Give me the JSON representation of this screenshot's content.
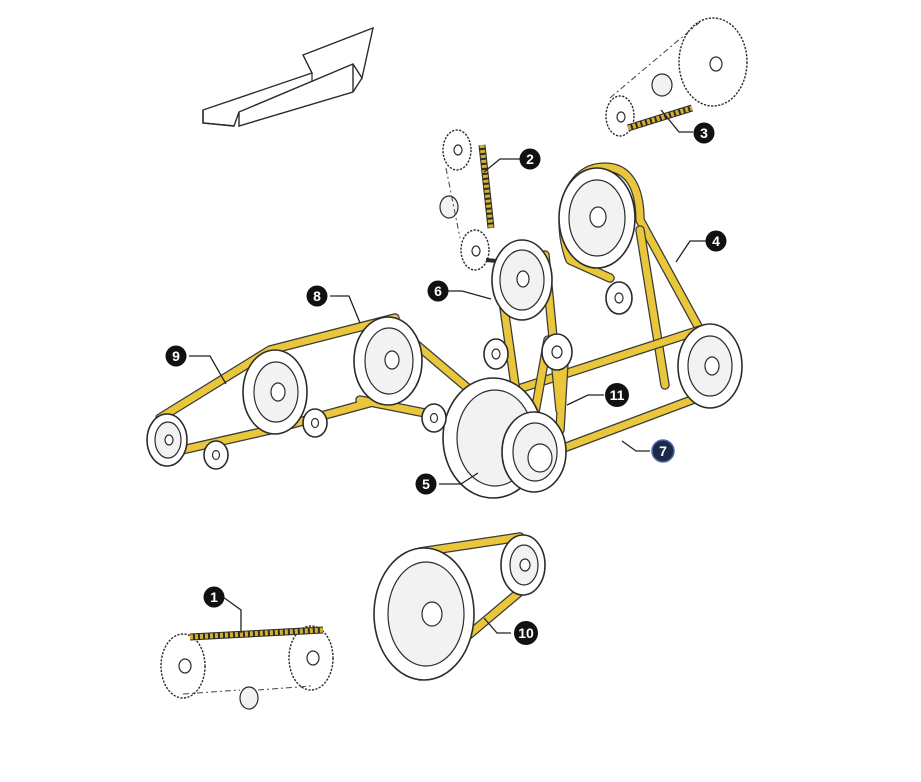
{
  "callouts": [
    {
      "id": "c1",
      "label": "1",
      "highlight": false
    },
    {
      "id": "c2",
      "label": "2",
      "highlight": false
    },
    {
      "id": "c3",
      "label": "3",
      "highlight": false
    },
    {
      "id": "c4",
      "label": "4",
      "highlight": false
    },
    {
      "id": "c5",
      "label": "5",
      "highlight": false
    },
    {
      "id": "c6",
      "label": "6",
      "highlight": false
    },
    {
      "id": "c7",
      "label": "7",
      "highlight": true
    },
    {
      "id": "c8",
      "label": "8",
      "highlight": false
    },
    {
      "id": "c9",
      "label": "9",
      "highlight": false
    },
    {
      "id": "c10",
      "label": "10",
      "highlight": false
    },
    {
      "id": "c11",
      "label": "11",
      "highlight": false
    }
  ],
  "colors": {
    "belt": "#e9c63a",
    "callout_fill": "#111111",
    "callout_highlight_fill": "#1c2a4a",
    "callout_text": "#ffffff",
    "line": "#2b2b2b"
  },
  "icons": {
    "direction": "arrow-outline-icon"
  }
}
